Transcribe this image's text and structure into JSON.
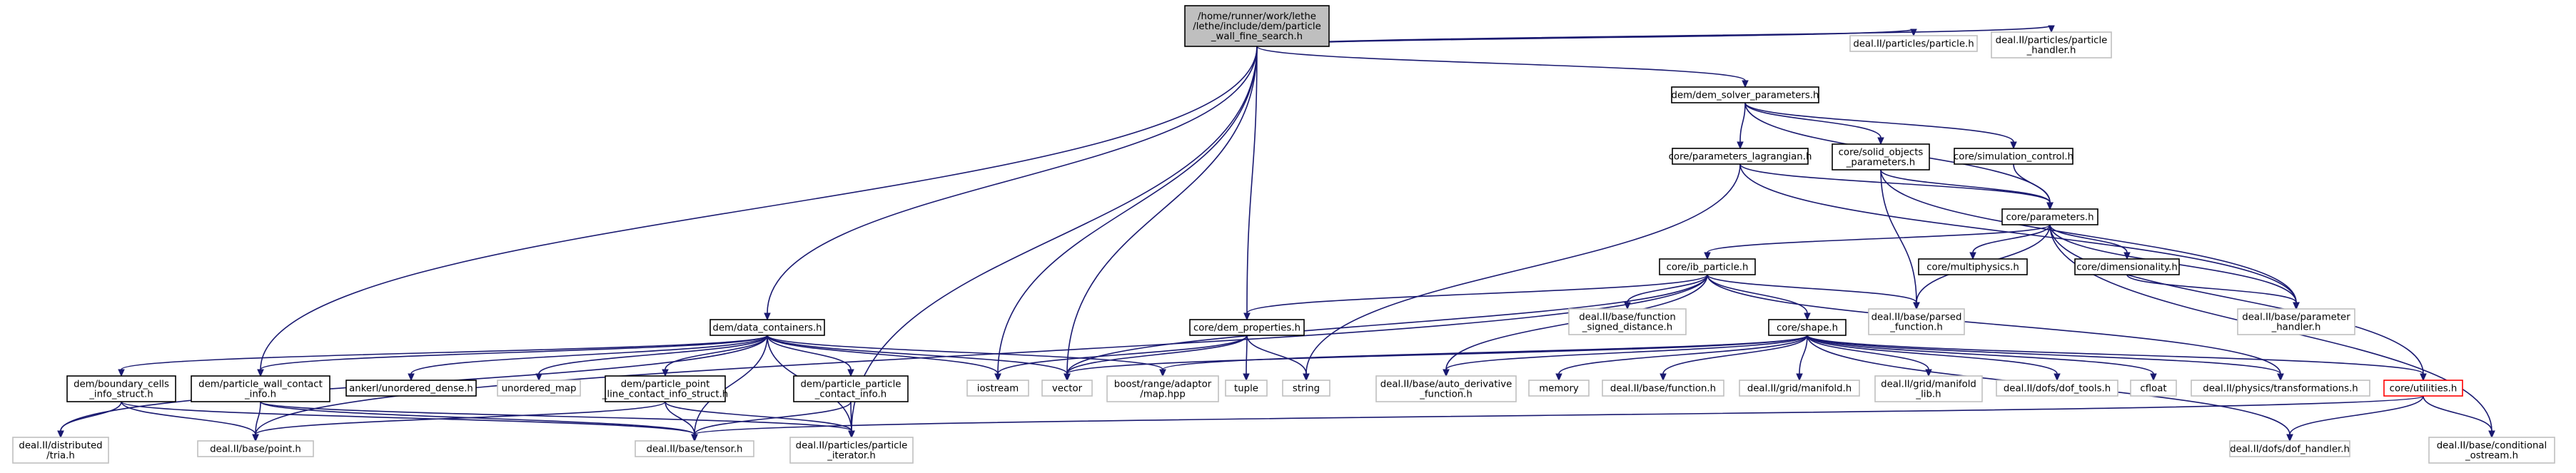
{
  "nodes": {
    "root": [
      "/home/runner/work/lethe",
      "/lethe/include/dem/particle",
      "_wall_fine_search.h"
    ],
    "particle_h": [
      "deal.II/particles/particle.h"
    ],
    "particle_handler": [
      "deal.II/particles/particle",
      "_handler.h"
    ],
    "dem_solver_parameters": [
      "dem/dem_solver_parameters.h"
    ],
    "parameters_lagrangian": [
      "core/parameters_lagrangian.h"
    ],
    "solid_objects": [
      "core/solid_objects",
      "_parameters.h"
    ],
    "simulation_control": [
      "core/simulation_control.h"
    ],
    "parameters": [
      "core/parameters.h"
    ],
    "ib_particle": [
      "core/ib_particle.h"
    ],
    "multiphysics": [
      "core/multiphysics.h"
    ],
    "dimensionality": [
      "core/dimensionality.h"
    ],
    "parameter_handler": [
      "deal.II/base/parameter",
      "_handler.h"
    ],
    "data_containers": [
      "dem/data_containers.h"
    ],
    "dem_properties": [
      "core/dem_properties.h"
    ],
    "function_signed": [
      "deal.II/base/function",
      "_signed_distance.h"
    ],
    "parsed_function": [
      "deal.II/base/parsed",
      "_function.h"
    ],
    "shape": [
      "core/shape.h"
    ],
    "boundary_cells": [
      "dem/boundary_cells",
      "_info_struct.h"
    ],
    "particle_wall_contact": [
      "dem/particle_wall_contact",
      "_info.h"
    ],
    "ankerl": [
      "ankerl/unordered_dense.h"
    ],
    "unordered_map": [
      "unordered_map"
    ],
    "point_line": [
      "dem/particle_point",
      "_line_contact_info_struct.h"
    ],
    "particle_particle": [
      "dem/particle_particle",
      "_contact_info.h"
    ],
    "iostream": [
      "iostream"
    ],
    "vector": [
      "vector"
    ],
    "boost_map": [
      "boost/range/adaptor",
      "/map.hpp"
    ],
    "tuple": [
      "tuple"
    ],
    "string": [
      "string"
    ],
    "auto_derivative": [
      "deal.II/base/auto_derivative",
      "_function.h"
    ],
    "memory": [
      "memory"
    ],
    "base_function": [
      "deal.II/base/function.h"
    ],
    "manifold": [
      "deal.II/grid/manifold.h"
    ],
    "manifold_lib": [
      "deal.II/grid/manifold",
      "_lib.h"
    ],
    "dof_tools": [
      "deal.II/dofs/dof_tools.h"
    ],
    "cfloat": [
      "cfloat"
    ],
    "transformations": [
      "deal.II/physics/transformations.h"
    ],
    "utilities": [
      "core/utilities.h"
    ],
    "tria": [
      "deal.II/distributed",
      "/tria.h"
    ],
    "base_point": [
      "deal.II/base/point.h"
    ],
    "tensor": [
      "deal.II/base/tensor.h"
    ],
    "particle_iterator": [
      "deal.II/particles/particle",
      "_iterator.h"
    ],
    "dof_handler": [
      "deal.II/dofs/dof_handler.h"
    ],
    "conditional_ostream": [
      "deal.II/base/conditional",
      "_ostream.h"
    ]
  },
  "colors": {
    "edge": "#191970",
    "root_fill": "#bfbfbf",
    "documented_border": "#000000",
    "external_border": "#bfbfbf",
    "undocumented_border": "#ff0000"
  }
}
